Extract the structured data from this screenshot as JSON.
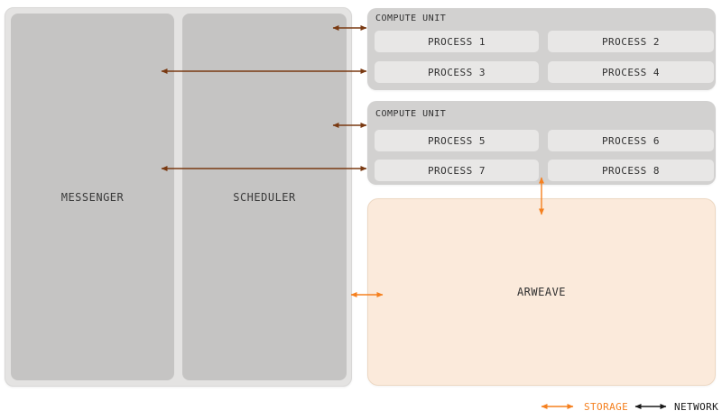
{
  "colors": {
    "page_bg": "#FFFFFF",
    "outer_container_bg": "#E4E3E2",
    "unit_box_bg": "#C5C4C3",
    "compute_container_bg": "#D2D1D0",
    "process_box_bg": "#E8E7E6",
    "arweave_bg": "#FBEADB",
    "arweave_border": "#EDD8C3",
    "label_text": "#3A3A3A",
    "storage_arrow": "#F5801F",
    "network_arrow": "#1A1A1A",
    "message_arrow": "#7A3A12"
  },
  "units": {
    "messenger": {
      "label": "MESSENGER"
    },
    "scheduler": {
      "label": "SCHEDULER"
    },
    "compute_unit_1": {
      "title": "COMPUTE UNIT",
      "processes": [
        "PROCESS 1",
        "PROCESS 2",
        "PROCESS 3",
        "PROCESS 4"
      ]
    },
    "compute_unit_2": {
      "title": "COMPUTE UNIT",
      "processes": [
        "PROCESS 5",
        "PROCESS 6",
        "PROCESS 7",
        "PROCESS 8"
      ]
    },
    "arweave": {
      "label": "ARWEAVE"
    }
  },
  "legend": {
    "storage": {
      "label": "STORAGE",
      "icon": "double-arrow-icon"
    },
    "network": {
      "label": "NETWORK",
      "icon": "double-arrow-icon"
    }
  }
}
